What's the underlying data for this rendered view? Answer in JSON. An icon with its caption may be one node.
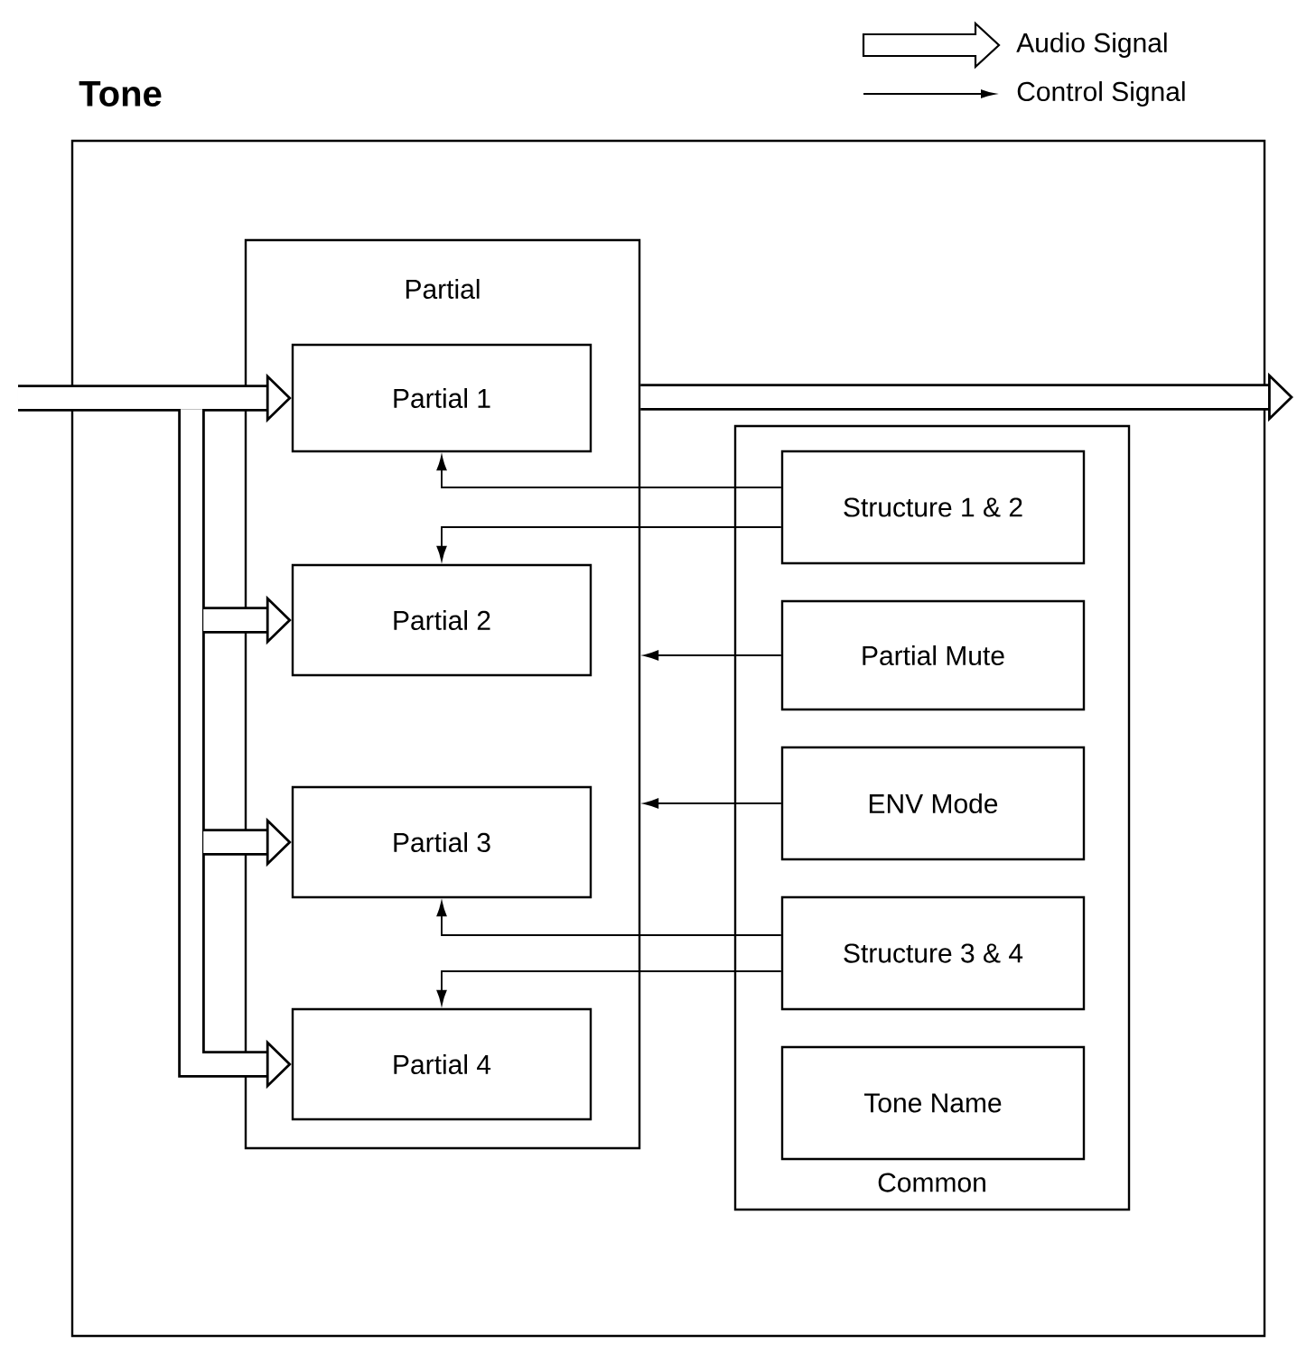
{
  "diagram": {
    "nodes": [
      {
        "text": [
          "Tone"
        ]
      },
      {
        "text": [
          "Partial"
        ],
        "in": 0
      },
      {
        "text": [
          "Partial 1"
        ],
        "in": 1
      },
      {
        "text": [
          "Partial 2"
        ],
        "in": 1
      },
      {
        "text": [
          "Partial 3"
        ],
        "in": 1
      },
      {
        "text": [
          "Partial 4"
        ],
        "in": 1
      },
      {
        "text": [
          "Common"
        ],
        "in": 0
      },
      {
        "text": [
          "Structure 1 & 2"
        ],
        "in": 6
      },
      {
        "text": [
          "Partial Mute"
        ],
        "in": 6
      },
      {
        "text": [
          "ENV Mode"
        ],
        "in": 6
      },
      {
        "text": [
          "Structure 3 & 4"
        ],
        "in": 6
      },
      {
        "text": [
          "Tone Name"
        ],
        "in": 6
      }
    ],
    "edges": [
      {
        "from": null,
        "to": 2,
        "arrow": "to",
        "style": "thick"
      },
      {
        "from": null,
        "to": 3,
        "arrow": "to",
        "style": "thick"
      },
      {
        "from": null,
        "to": 4,
        "arrow": "to",
        "style": "thick"
      },
      {
        "from": null,
        "to": 5,
        "arrow": "to",
        "style": "thick"
      },
      {
        "from": 1,
        "to": null,
        "arrow": "to",
        "style": "thick"
      },
      {
        "from": 7,
        "to": 2,
        "arrow": "to"
      },
      {
        "from": 7,
        "to": 3,
        "arrow": "to"
      },
      {
        "from": 8,
        "to": 1,
        "arrow": "to"
      },
      {
        "from": 9,
        "to": 1,
        "arrow": "to"
      },
      {
        "from": 10,
        "to": 4,
        "arrow": "to"
      },
      {
        "from": 10,
        "to": 5,
        "arrow": "to"
      }
    ],
    "legend": [
      {
        "text": "Audio Signal"
      },
      {
        "text": "Control Signal"
      }
    ]
  }
}
